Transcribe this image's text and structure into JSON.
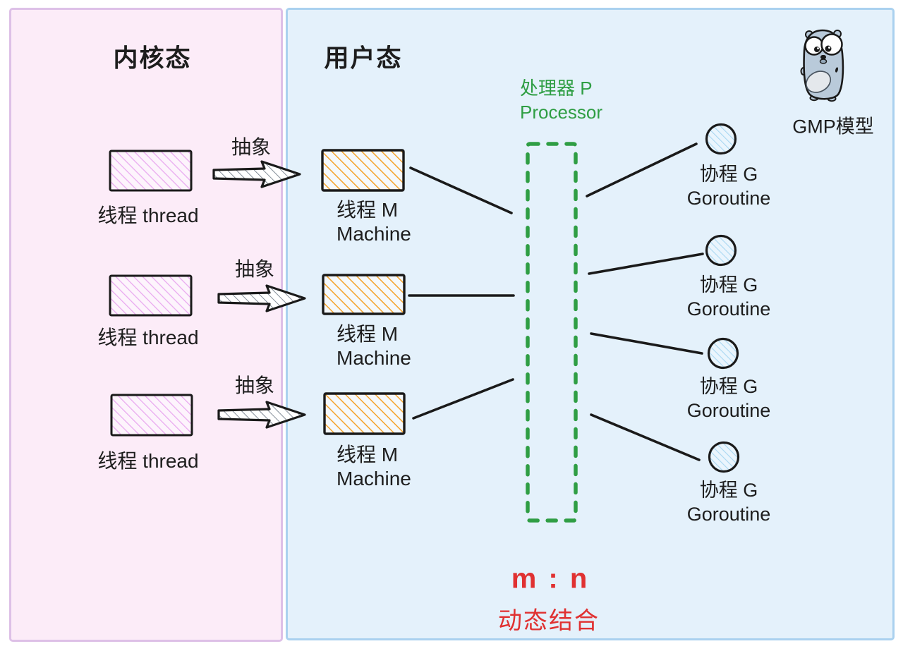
{
  "panels": {
    "kernel": {
      "title": "内核态"
    },
    "user": {
      "title": "用户态"
    }
  },
  "threads": [
    {
      "label": "线程 thread"
    },
    {
      "label": "线程 thread"
    },
    {
      "label": "线程 thread"
    }
  ],
  "arrows": [
    {
      "label": "抽象"
    },
    {
      "label": "抽象"
    },
    {
      "label": "抽象"
    }
  ],
  "machines": [
    {
      "label_zh": "线程 M",
      "label_en": "Machine"
    },
    {
      "label_zh": "线程 M",
      "label_en": "Machine"
    },
    {
      "label_zh": "线程 M",
      "label_en": "Machine"
    }
  ],
  "processor": {
    "label_zh": "处理器 P",
    "label_en": "Processor"
  },
  "goroutines": [
    {
      "label_zh": "协程 G",
      "label_en": "Goroutine"
    },
    {
      "label_zh": "协程 G",
      "label_en": "Goroutine"
    },
    {
      "label_zh": "协程 G",
      "label_en": "Goroutine"
    },
    {
      "label_zh": "协程 G",
      "label_en": "Goroutine"
    }
  ],
  "gopher": {
    "caption": "GMP模型"
  },
  "ratio": {
    "formula": "m : n",
    "caption": "动态结合"
  },
  "colors": {
    "kernel_bg": "#fcecf8",
    "kernel_border": "#ddc0e7",
    "user_bg": "#e4f1fb",
    "user_border": "#aad1ef",
    "thread_hatch": "#e9aaf0",
    "machine_hatch": "#f5a32b",
    "goroutine_hatch": "#a9d7f2",
    "arrow_hatch": "#6f7a87",
    "processor_green": "#2f9e44",
    "ratio_red": "#e03131",
    "ink": "#1a1a1a"
  }
}
